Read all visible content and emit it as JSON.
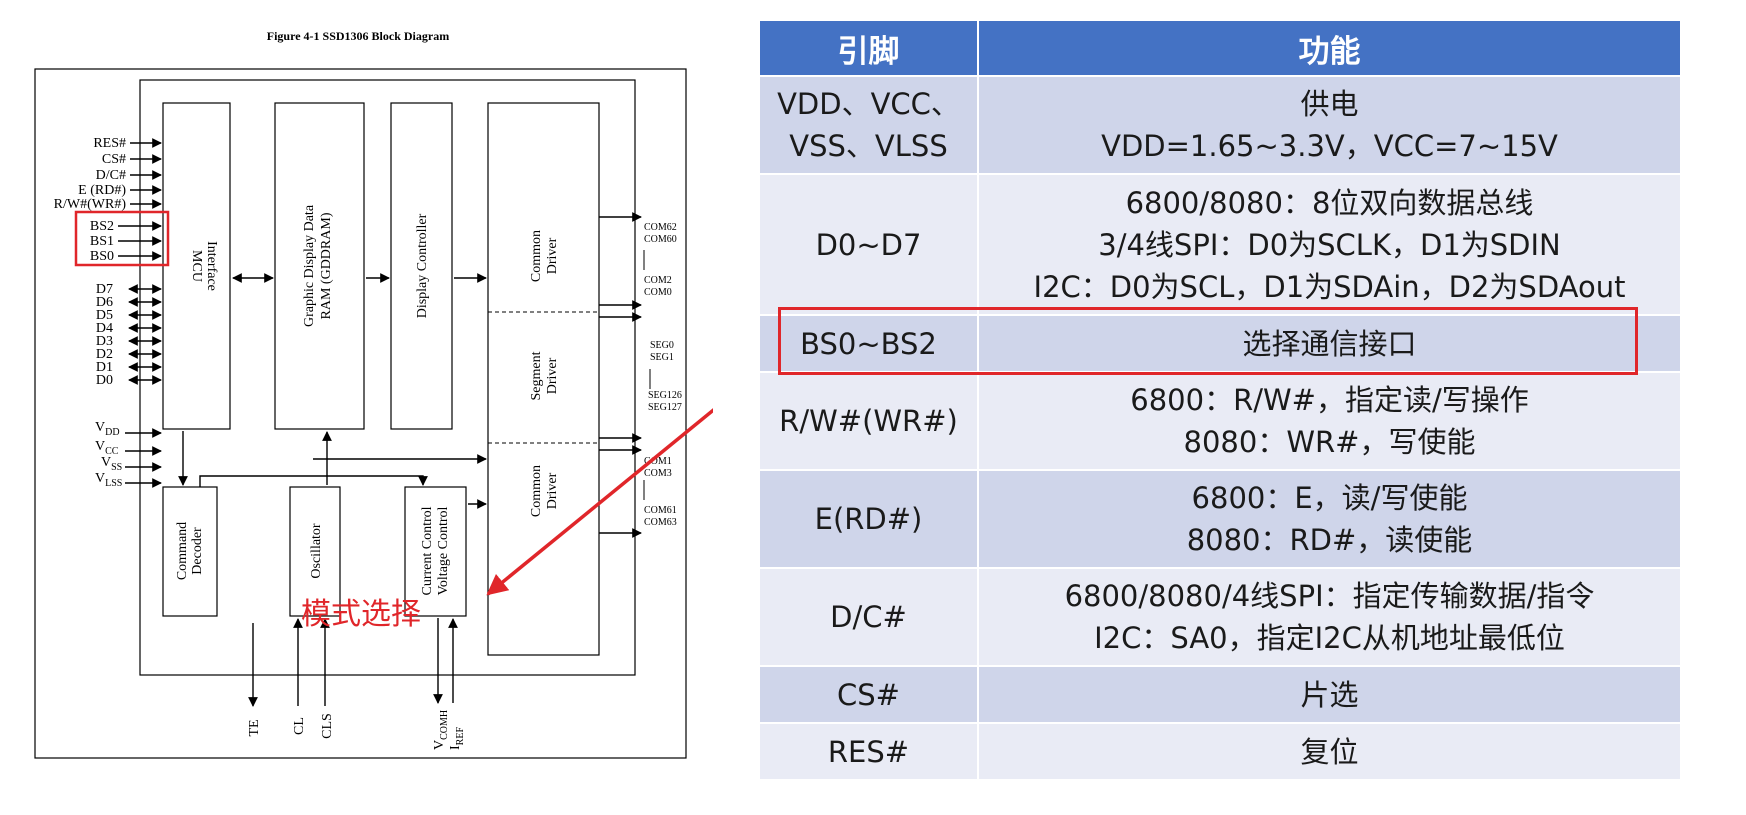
{
  "diagram": {
    "title": "Figure 4-1 SSD1306 Block Diagram",
    "blocks": {
      "mcu": [
        "MCU",
        "Interface"
      ],
      "gddram": [
        "Graphic Display Data",
        "RAM (GDDRAM)"
      ],
      "display_controller": "Display Controller",
      "common_driver": [
        "Common",
        "Driver"
      ],
      "segment_driver": [
        "Segment",
        "Driver"
      ],
      "command_decoder": [
        "Command",
        "Decoder"
      ],
      "oscillator": "Oscillator",
      "current_voltage": [
        "Current Control",
        "Voltage Control"
      ]
    },
    "left_pins_in": [
      "RES#",
      "CS#",
      "D/C#",
      "E (RD#)",
      "R/W#(WR#)",
      "BS2",
      "BS1",
      "BS0"
    ],
    "data_pins": [
      "D7",
      "D6",
      "D5",
      "D4",
      "D3",
      "D2",
      "D1",
      "D0"
    ],
    "power_pins": [
      {
        "main": "V",
        "sub": "DD"
      },
      {
        "main": "V",
        "sub": "CC"
      },
      {
        "main": "V",
        "sub": "SS"
      },
      {
        "main": "V",
        "sub": "LSS"
      }
    ],
    "right_labels_top": [
      "COM62",
      "COM60",
      "COM2",
      "COM0"
    ],
    "right_labels_mid": [
      "SEG0",
      "SEG1",
      "SEG126",
      "SEG127"
    ],
    "right_labels_bot": [
      "COM1",
      "COM3",
      "COM61",
      "COM63"
    ],
    "bottom_pins": {
      "te": "TE",
      "cl": "CL",
      "cls": "CLS",
      "vcomh": {
        "main": "V",
        "sub": "COMH"
      },
      "iref": {
        "main": "I",
        "sub": "REF"
      }
    },
    "annotation": "模式选择",
    "accent_color": "#e0262a"
  },
  "table": {
    "header": {
      "pin": "引脚",
      "function": "功能"
    },
    "header_color": "#4472c4",
    "rows": [
      {
        "pin": [
          "VDD、VCC、",
          "VSS、VLSS"
        ],
        "func": [
          "供电",
          "VDD=1.65~3.3V，VCC=7~15V"
        ]
      },
      {
        "pin": [
          "D0~D7"
        ],
        "func": [
          "6800/8080：8位双向数据总线",
          "3/4线SPI：D0为SCLK，D1为SDIN",
          "I2C：D0为SCL，D1为SDAin，D2为SDAout"
        ]
      },
      {
        "pin": [
          "BS0~BS2"
        ],
        "func": [
          "选择通信接口"
        ]
      },
      {
        "pin": [
          "R/W#(WR#)"
        ],
        "func": [
          "6800：R/W#，指定读/写操作",
          "8080：WR#，写使能"
        ]
      },
      {
        "pin": [
          "E(RD#)"
        ],
        "func": [
          "6800：E，读/写使能",
          "8080：RD#，读使能"
        ]
      },
      {
        "pin": [
          "D/C#"
        ],
        "func": [
          "6800/8080/4线SPI：指定传输数据/指令",
          "I2C：SA0，指定I2C从机地址最低位"
        ]
      },
      {
        "pin": [
          "CS#"
        ],
        "func": [
          "片选"
        ]
      },
      {
        "pin": [
          "RES#"
        ],
        "func": [
          "复位"
        ]
      }
    ]
  }
}
